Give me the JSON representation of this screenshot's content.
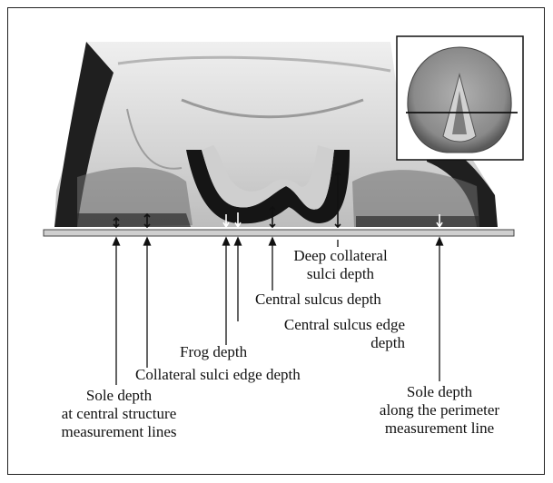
{
  "labels": {
    "deep_collateral": "Deep collateral\nsulci depth",
    "central_sulcus": "Central sulcus depth",
    "central_sulcus_edge": "Central sulcus edge\ndepth",
    "frog_depth": "Frog depth",
    "collateral_edge": "Collateral sulci edge depth",
    "sole_central": "Sole depth\nat central structure\nmeasurement lines",
    "sole_perimeter": "Sole depth\nalong the perimeter\nmeasurement line"
  },
  "colors": {
    "ink": "#111111",
    "hoof_wall": "#1a1a1a",
    "tissue": "#d9d9d9",
    "bar": "#cfcfcf",
    "inset_bg": "#c8c8c8"
  },
  "icons": {
    "hoof_section": "hoof-cross-section-photo",
    "inset": "hoof-sole-view-inset"
  }
}
